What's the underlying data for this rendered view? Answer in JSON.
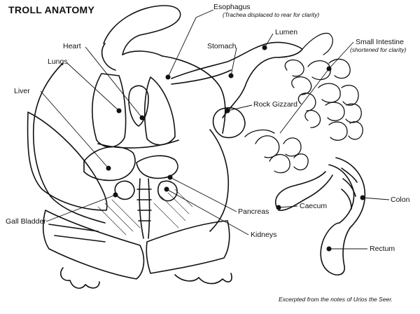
{
  "diagram": {
    "title": "TROLL ANATOMY",
    "credit": "Excerpted from the notes of Urios the Seer.",
    "labels": {
      "esophagus": "Esophagus",
      "esophagus_note": "(Trachea displaced to rear for clarity)",
      "lumen": "Lumen",
      "stomach": "Stomach",
      "small_intestine": "Small Intestine",
      "small_intestine_note": "(shortened for clarity)",
      "heart": "Heart",
      "lungs": "Lungs",
      "liver": "Liver",
      "rock_gizzard": "Rock Gizzard",
      "caecum": "Caecum",
      "colon": "Colon",
      "rectum": "Rectum",
      "pancreas": "Pancreas",
      "kidneys": "Kidneys",
      "gall_bladder": "Gall Bladder"
    }
  }
}
